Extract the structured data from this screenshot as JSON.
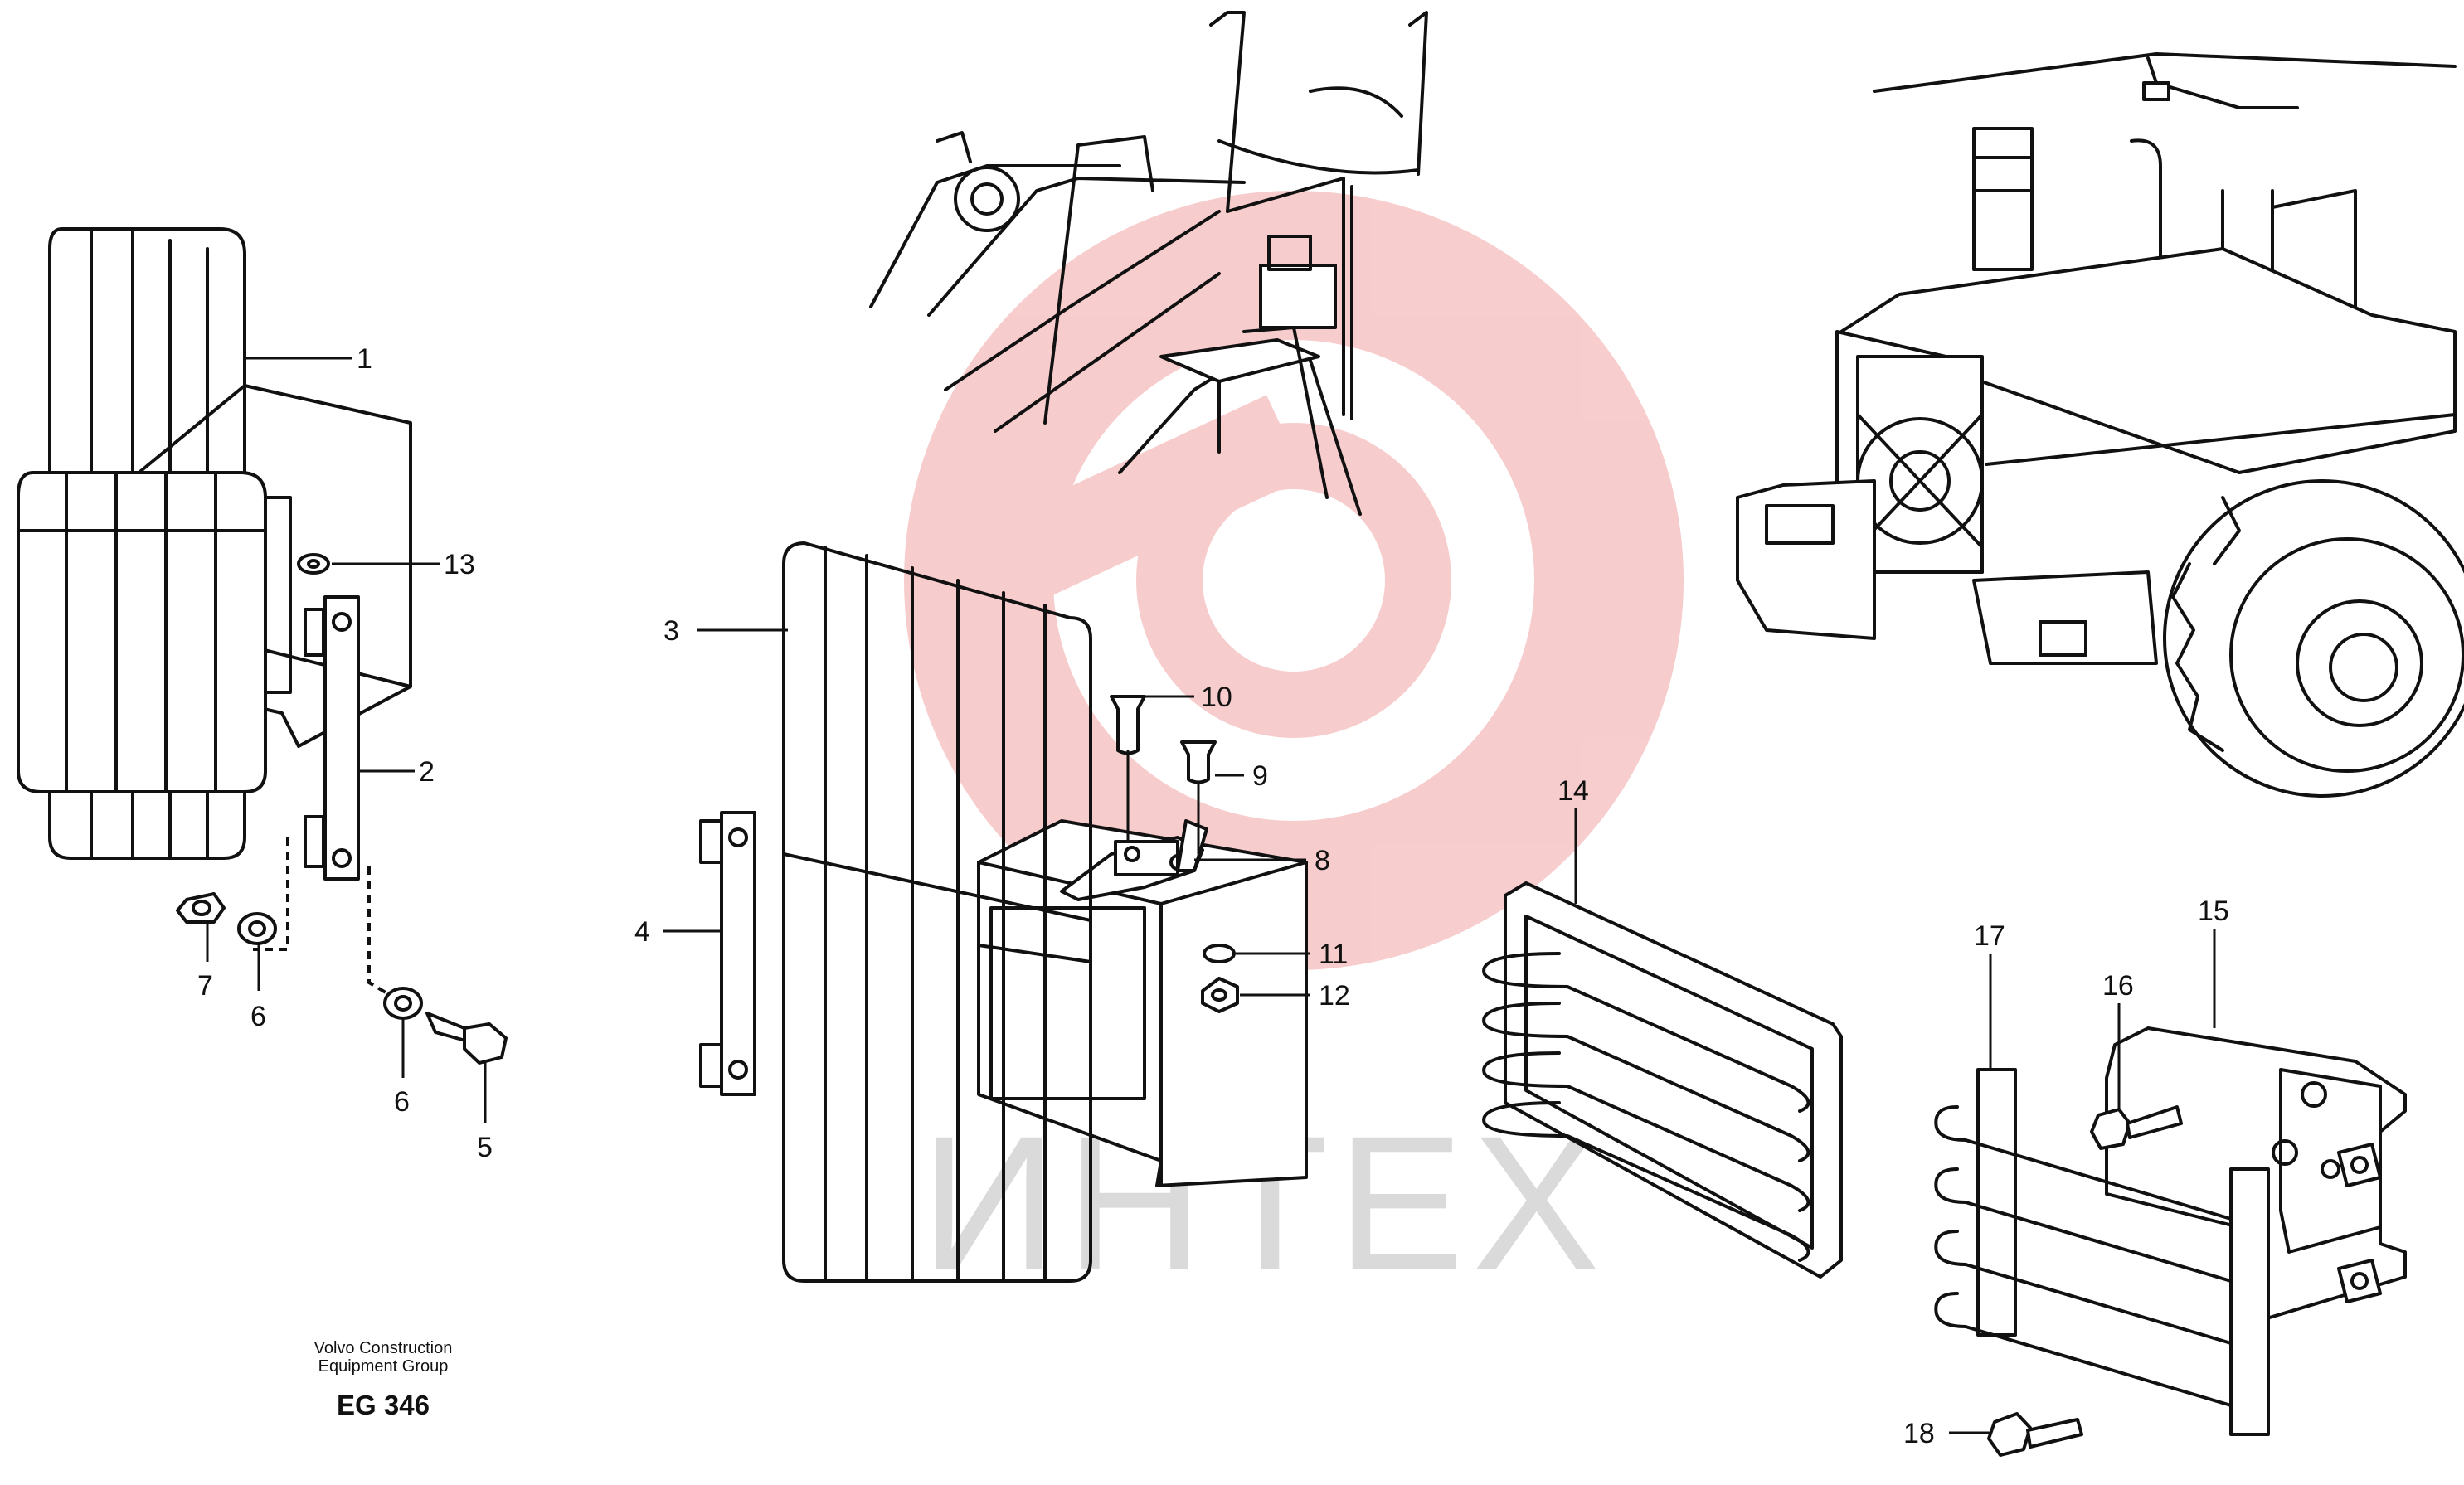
{
  "watermark": {
    "text": "ИНТЕХ",
    "gear_color": "#f6c4c4",
    "text_color": "#dadada"
  },
  "callouts": {
    "c1": "1",
    "c2": "2",
    "c3": "3",
    "c4": "4",
    "c5": "5",
    "c6a": "6",
    "c6b": "6",
    "c7": "7",
    "c8": "8",
    "c9": "9",
    "c10": "10",
    "c11": "11",
    "c12": "12",
    "c13": "13",
    "c14": "14",
    "c15": "15",
    "c16": "16",
    "c17": "17",
    "c18": "18"
  },
  "credit": {
    "line1": "Volvo Construction",
    "line2": "Equipment Group",
    "code": "EG 346"
  },
  "icons": [
    "watermark-gear-icon"
  ]
}
